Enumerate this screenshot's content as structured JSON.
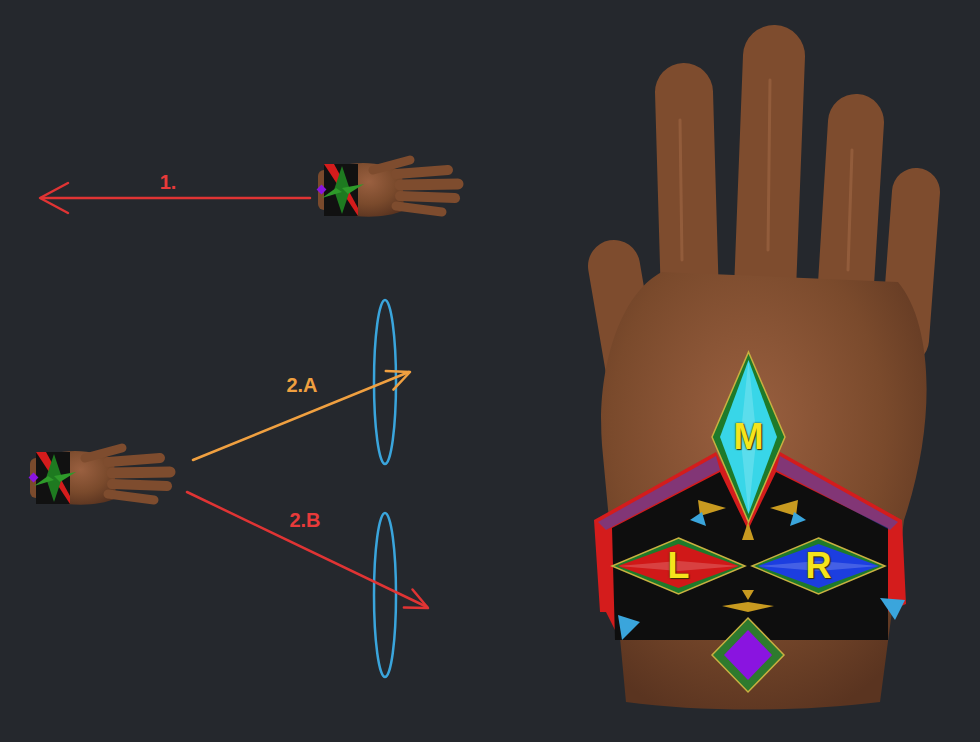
{
  "diagram": {
    "nodes": [
      {
        "text": [
          "M"
        ]
      },
      {
        "text": [
          "L"
        ]
      },
      {
        "text": [
          "R"
        ]
      }
    ],
    "labels": [
      "1.",
      "2.A",
      "2.B"
    ]
  }
}
